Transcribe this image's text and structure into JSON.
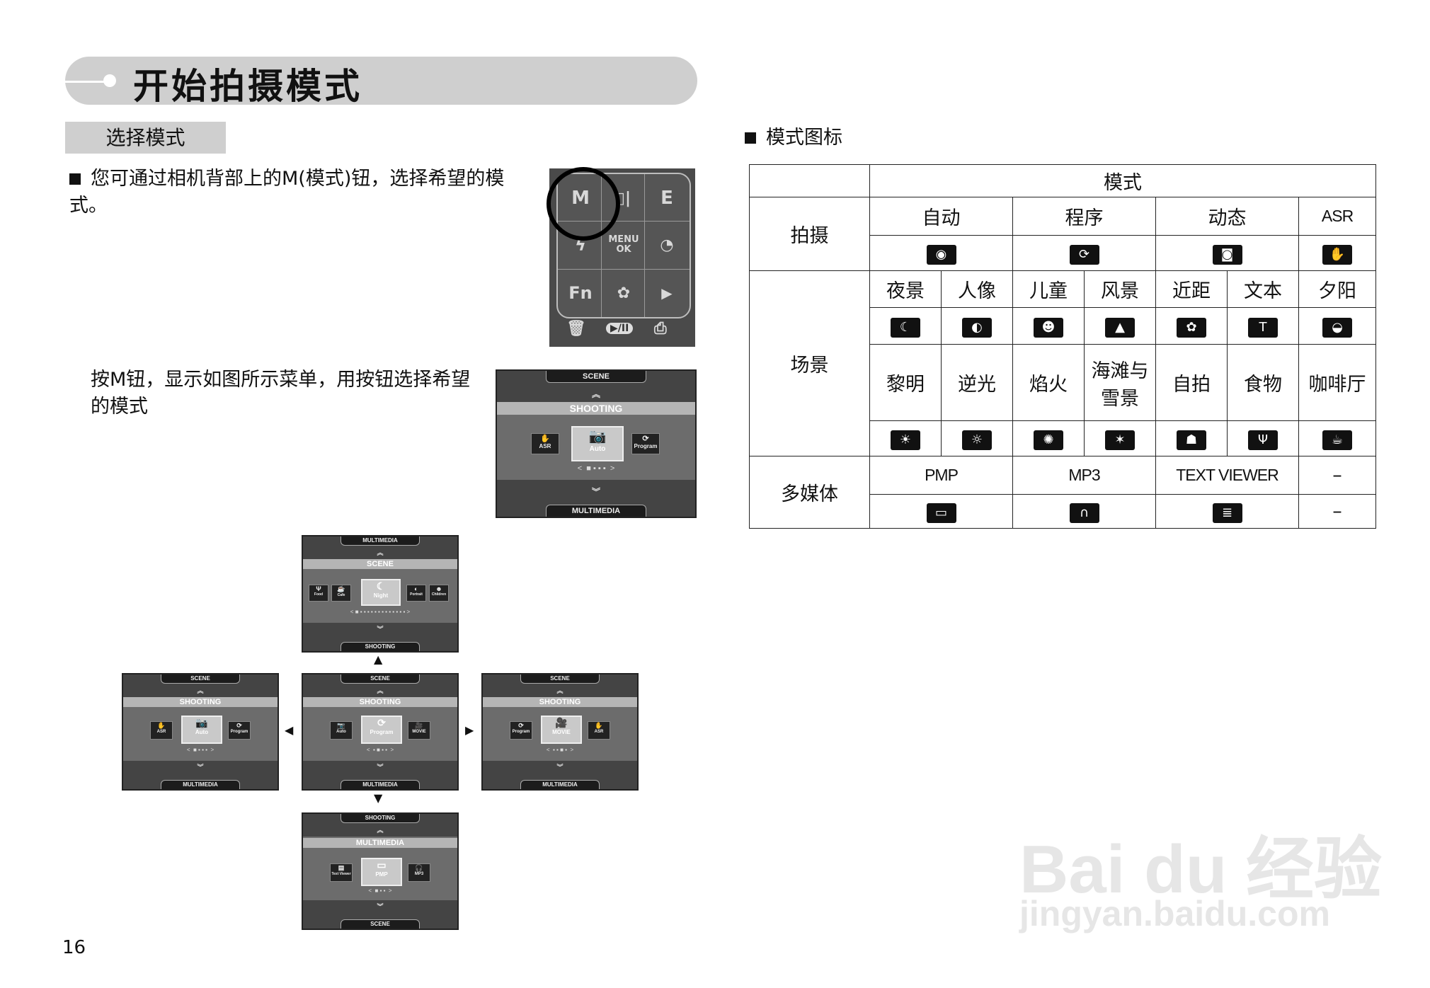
{
  "title": "开始拍摄模式",
  "section_label": "选择模式",
  "para1": "您可通过相机背部上的M(模式)钮，选择希望的模式。",
  "para2": "按M钮，显示如图所示菜单，用按钮选择希望的模式",
  "camera": {
    "m": "M",
    "e": "E",
    "menu": "MENU",
    "ok": "OK",
    "fn": "Fn"
  },
  "lcd_main": {
    "top": "SCENE",
    "band": "SHOOTING",
    "bottom": "MULTIMEDIA",
    "left": "ASR",
    "center": "Auto",
    "right": "Program"
  },
  "lcd_scene": {
    "top": "MULTIMEDIA",
    "band": "SCENE",
    "bottom": "SHOOTING",
    "opts": [
      "Food",
      "Cafe",
      "Night",
      "Portrait",
      "Children"
    ]
  },
  "lcd_left": {
    "top": "SCENE",
    "band": "SHOOTING",
    "bottom": "MULTIMEDIA",
    "opts": [
      "ASR",
      "Auto",
      "Program"
    ]
  },
  "lcd_mid": {
    "top": "SCENE",
    "band": "SHOOTING",
    "bottom": "MULTIMEDIA",
    "opts": [
      "Auto",
      "Program",
      "MOVIE"
    ]
  },
  "lcd_right": {
    "top": "SCENE",
    "band": "SHOOTING",
    "bottom": "MULTIMEDIA",
    "opts": [
      "Program",
      "MOVIE",
      "ASR"
    ]
  },
  "lcd_multi": {
    "top": "SHOOTING",
    "band": "MULTIMEDIA",
    "bottom": "SCENE",
    "opts": [
      "Text Viewer",
      "PMP",
      "MP3"
    ]
  },
  "mode_icons_title": "模式图标",
  "table": {
    "header": "模式",
    "shooting_label": "拍摄",
    "shooting": [
      "自动",
      "程序",
      "动态",
      "ASR"
    ],
    "scene_label": "场景",
    "scene_row1": [
      "夜景",
      "人像",
      "儿童",
      "风景",
      "近距",
      "文本",
      "夕阳"
    ],
    "scene_row2": [
      "黎明",
      "逆光",
      "焰火",
      "海滩与雪景",
      "自拍",
      "食物",
      "咖啡厅"
    ],
    "multimedia_label": "多媒体",
    "multimedia": [
      "PMP",
      "MP3",
      "TEXT VIEWER",
      "–"
    ],
    "multimedia_icon_dash": "–"
  },
  "page_number": "16",
  "watermark": {
    "line1": "Bai du 经验",
    "line2": "jingyan.baidu.com"
  }
}
